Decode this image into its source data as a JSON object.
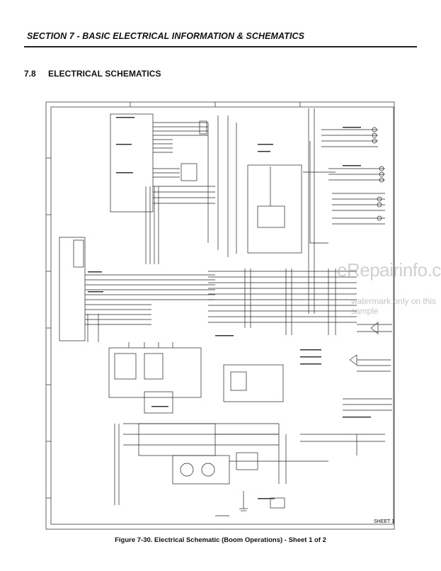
{
  "header": {
    "section_title": "SECTION 7 - BASIC ELECTRICAL INFORMATION & SCHEMATICS"
  },
  "subsection": {
    "number": "7.8",
    "title": "ELECTRICAL SCHEMATICS"
  },
  "figure": {
    "caption": "Figure 7-30.  Electrical Schematic (Boom Operations) - Sheet 1 of 2",
    "sheet_label": "SHEET 1"
  },
  "watermark": {
    "primary": "eRepairinfo.com",
    "secondary": "watermark only on this sample"
  }
}
